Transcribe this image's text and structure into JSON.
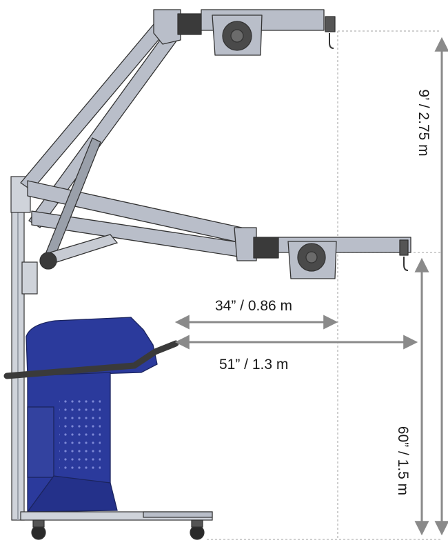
{
  "dimensions": {
    "max_height": "9’ / 2.75 m",
    "min_height": "60” / 1.5 m",
    "reach_short": "34” / 0.86 m",
    "reach_long": "51” / 1.3 m"
  },
  "colors": {
    "cabinet_blue": "#2b3a9c",
    "arm_gray": "#b9bec9",
    "frame_gray": "#cfd3da",
    "dim_line": "#8a8a8a",
    "guide_dotted": "#b5b5b5",
    "dark": "#222222"
  }
}
